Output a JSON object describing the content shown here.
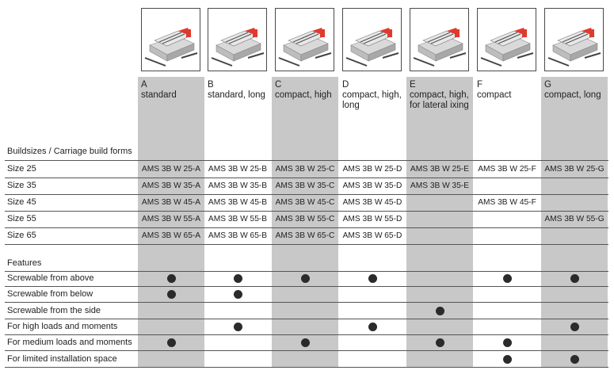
{
  "columns": [
    {
      "letter": "A",
      "name": "standard",
      "name2": ""
    },
    {
      "letter": "B",
      "name": "standard, long",
      "name2": ""
    },
    {
      "letter": "C",
      "name": "compact, high",
      "name2": ""
    },
    {
      "letter": "D",
      "name": "compact, high,",
      "name2": "long"
    },
    {
      "letter": "E",
      "name": "compact, high,",
      "name2": "for lateral ixing"
    },
    {
      "letter": "F",
      "name": "compact",
      "name2": ""
    },
    {
      "letter": "G",
      "name": "compact, long",
      "name2": ""
    }
  ],
  "sizes_heading": "Buildsizes / Carriage build forms",
  "sizes": [
    {
      "label": "Size 25",
      "cells": [
        "AMS 3B W 25-A",
        "AMS 3B W 25-B",
        "AMS 3B W 25-C",
        "AMS 3B W 25-D",
        "AMS 3B W 25-E",
        "AMS 3B W 25-F",
        "AMS 3B W 25-G"
      ]
    },
    {
      "label": "Size 35",
      "cells": [
        "AMS 3B W 35-A",
        "AMS 3B W 35-B",
        "AMS 3B W 35-C",
        "AMS 3B W 35-D",
        "AMS 3B W 35-E",
        "",
        ""
      ]
    },
    {
      "label": "Size 45",
      "cells": [
        "AMS 3B W 45-A",
        "AMS 3B W 45-B",
        "AMS 3B W 45-C",
        "AMS 3B W 45-D",
        "",
        "AMS 3B W 45-F",
        ""
      ]
    },
    {
      "label": "Size 55",
      "cells": [
        "AMS 3B W 55-A",
        "AMS 3B W 55-B",
        "AMS 3B W 55-C",
        "AMS 3B W 55-D",
        "",
        "",
        "AMS 3B W 55-G"
      ]
    },
    {
      "label": "Size 65",
      "cells": [
        "AMS 3B W 65-A",
        "AMS 3B W 65-B",
        "AMS 3B W 65-C",
        "AMS 3B W 65-D",
        "",
        "",
        ""
      ]
    }
  ],
  "features_heading": "Features",
  "features": [
    {
      "label": "Screwable from above",
      "marks": [
        true,
        true,
        true,
        true,
        false,
        true,
        true
      ]
    },
    {
      "label": "Screwable from below",
      "marks": [
        true,
        true,
        false,
        false,
        false,
        false,
        false
      ]
    },
    {
      "label": "Screwable from the side",
      "marks": [
        false,
        false,
        false,
        false,
        true,
        false,
        false
      ]
    },
    {
      "label": "For high loads and moments",
      "marks": [
        false,
        true,
        false,
        true,
        false,
        false,
        true
      ]
    },
    {
      "label": "For medium loads and moments",
      "marks": [
        true,
        false,
        true,
        false,
        true,
        true,
        false
      ]
    },
    {
      "label": "For limited installation space",
      "marks": [
        false,
        false,
        false,
        false,
        false,
        true,
        true
      ]
    }
  ],
  "colors": {
    "shade": "#c8c8c8",
    "accent": "#e03a2f",
    "dot": "#2b2b2b"
  },
  "icons": [
    "linear-carriage-icon"
  ]
}
